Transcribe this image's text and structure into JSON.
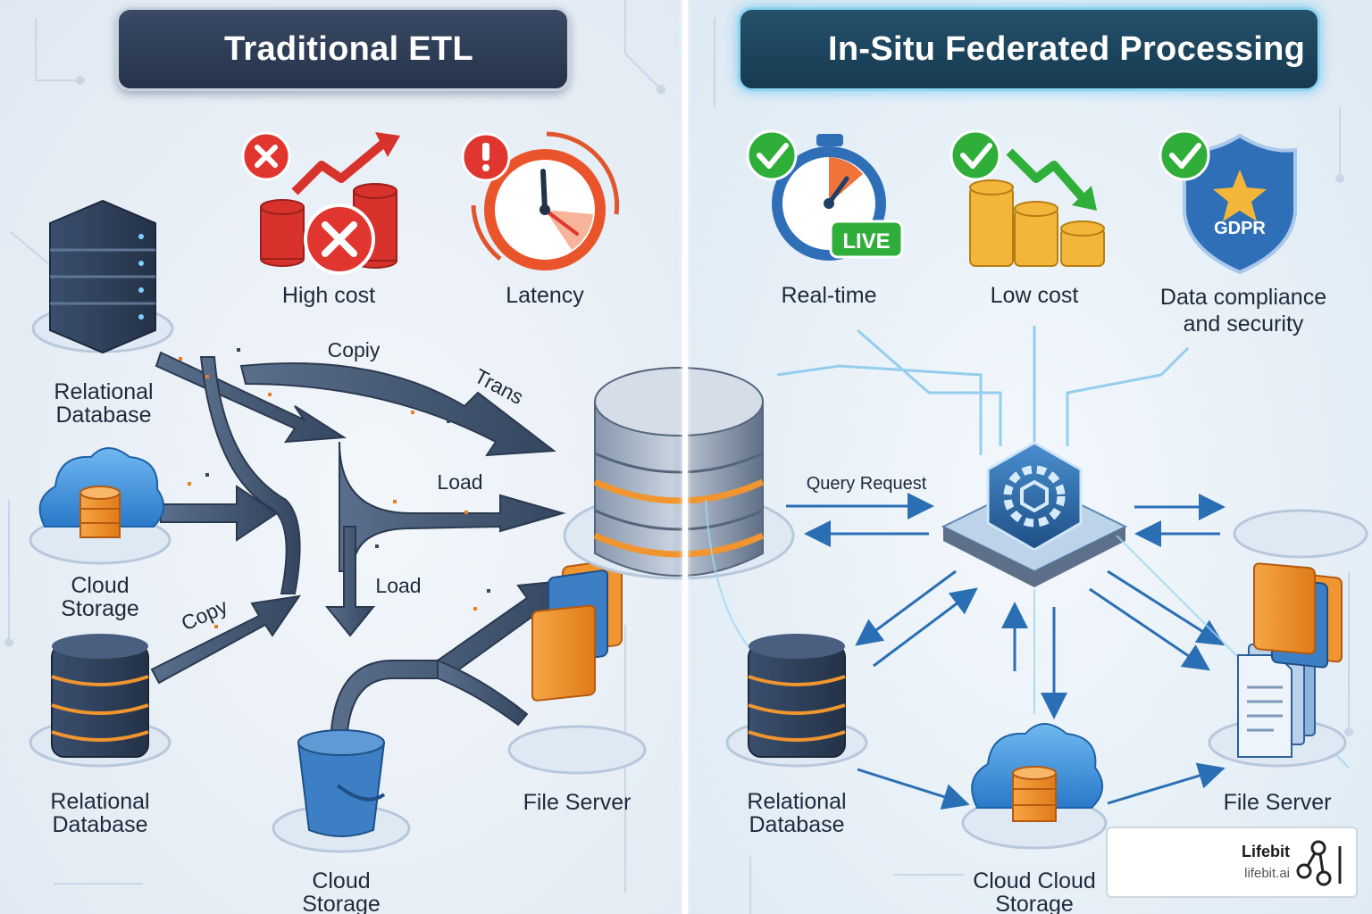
{
  "left": {
    "title": "Traditional ETL",
    "problems": [
      {
        "label": "High cost",
        "icon": "rising-cost-icon"
      },
      {
        "label": "Latency",
        "icon": "clock-icon"
      }
    ],
    "sources": [
      {
        "label_line1": "Relational",
        "label_line2": "Database"
      },
      {
        "label_line1": "Cloud",
        "label_line2": "Storage"
      },
      {
        "label_line1": "Relational",
        "label_line2": "Database"
      },
      {
        "label_line1": "Cloud",
        "label_line2": "Storage"
      },
      {
        "label_line1": "File Server",
        "label_line2": ""
      }
    ],
    "flow_labels": {
      "copy_top": "Copiy",
      "trans": "Trans",
      "load_right": "Load",
      "load_down": "Load",
      "copy_bottom": "Copy"
    }
  },
  "right": {
    "title": "In-Situ Federated Processing",
    "benefits": [
      {
        "label_line1": "Real-time",
        "label_line2": "",
        "badge": "LIVE"
      },
      {
        "label_line1": "Low cost",
        "label_line2": ""
      },
      {
        "label_line1": "Data compliance",
        "label_line2": "and security",
        "badge": "GDPR"
      }
    ],
    "query_label": "Query Request",
    "sources": [
      {
        "label_line1": "Relational",
        "label_line2": "Database"
      },
      {
        "label_line1": "Cloud Cloud",
        "label_line2": "Storage"
      },
      {
        "label_line1": "File Server",
        "label_line2": ""
      }
    ]
  },
  "logo": {
    "name": "Lifebit",
    "url": "lifebit.ai"
  },
  "colors": {
    "problem_red": "#d8322c",
    "ok_green": "#2fae3a",
    "accent_blue": "#2f86d6",
    "orange": "#f0952f",
    "navy": "#34445e"
  }
}
